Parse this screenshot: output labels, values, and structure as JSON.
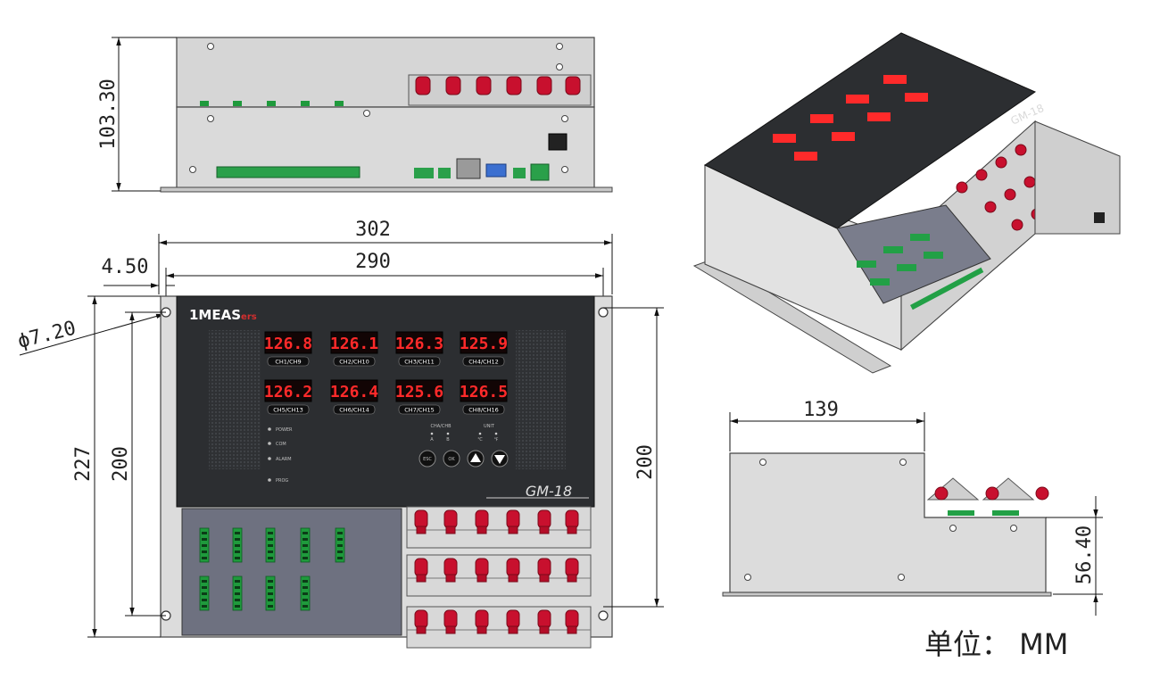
{
  "dimensions": {
    "top_height": "103.30",
    "overall_width": "302",
    "inner_width": "290",
    "edge_offset": "4.50",
    "hole_diameter": "ϕ7.20",
    "overall_height": "227",
    "hole_spacing_left": "200",
    "hole_spacing_right": "200",
    "side_length": "139",
    "side_step": "56.40"
  },
  "brand": {
    "prefix": "1MEAS",
    "suffix": "ers"
  },
  "model": "GM-18",
  "displays": [
    {
      "reading": "126.8",
      "label": "CH1/CH9"
    },
    {
      "reading": "126.1",
      "label": "CH2/CH10"
    },
    {
      "reading": "126.3",
      "label": "CH3/CH11"
    },
    {
      "reading": "125.9",
      "label": "CH4/CH12"
    },
    {
      "reading": "126.2",
      "label": "CH5/CH13"
    },
    {
      "reading": "126.4",
      "label": "CH6/CH14"
    },
    {
      "reading": "125.6",
      "label": "CH7/CH15"
    },
    {
      "reading": "126.5",
      "label": "CH8/CH16"
    }
  ],
  "indicators": [
    "POWER",
    "COM",
    "ALARM",
    "PROG"
  ],
  "channel_switch": {
    "title": "CHA/CHB",
    "a": "A",
    "b": "B"
  },
  "unit_switch": {
    "title": "UNIT",
    "c": "℃",
    "f": "℉"
  },
  "buttons": [
    "ESC",
    "OK"
  ],
  "unit_note": "单位： MM"
}
